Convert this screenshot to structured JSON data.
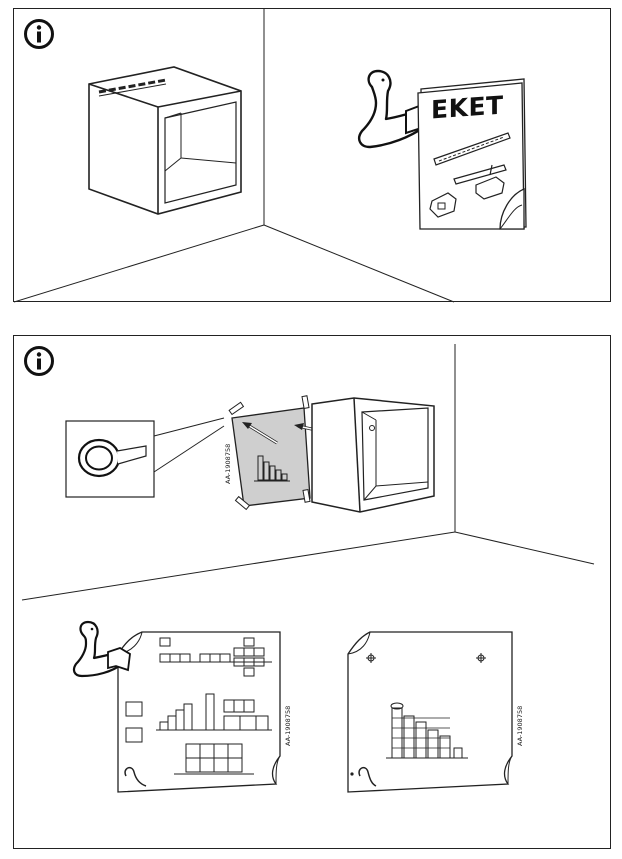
{
  "page": {
    "background": "#ffffff",
    "line_color": "#222222"
  },
  "panel1": {
    "info_icon": "info-circle-icon",
    "booklet_title": "EKET"
  },
  "panel2": {
    "info_icon": "info-circle-icon",
    "template_code": "AA-1908758",
    "sheet_left_code": "AA-1908758",
    "sheet_right_code": "AA-1908758",
    "template_fill": "#cfcfcf"
  }
}
